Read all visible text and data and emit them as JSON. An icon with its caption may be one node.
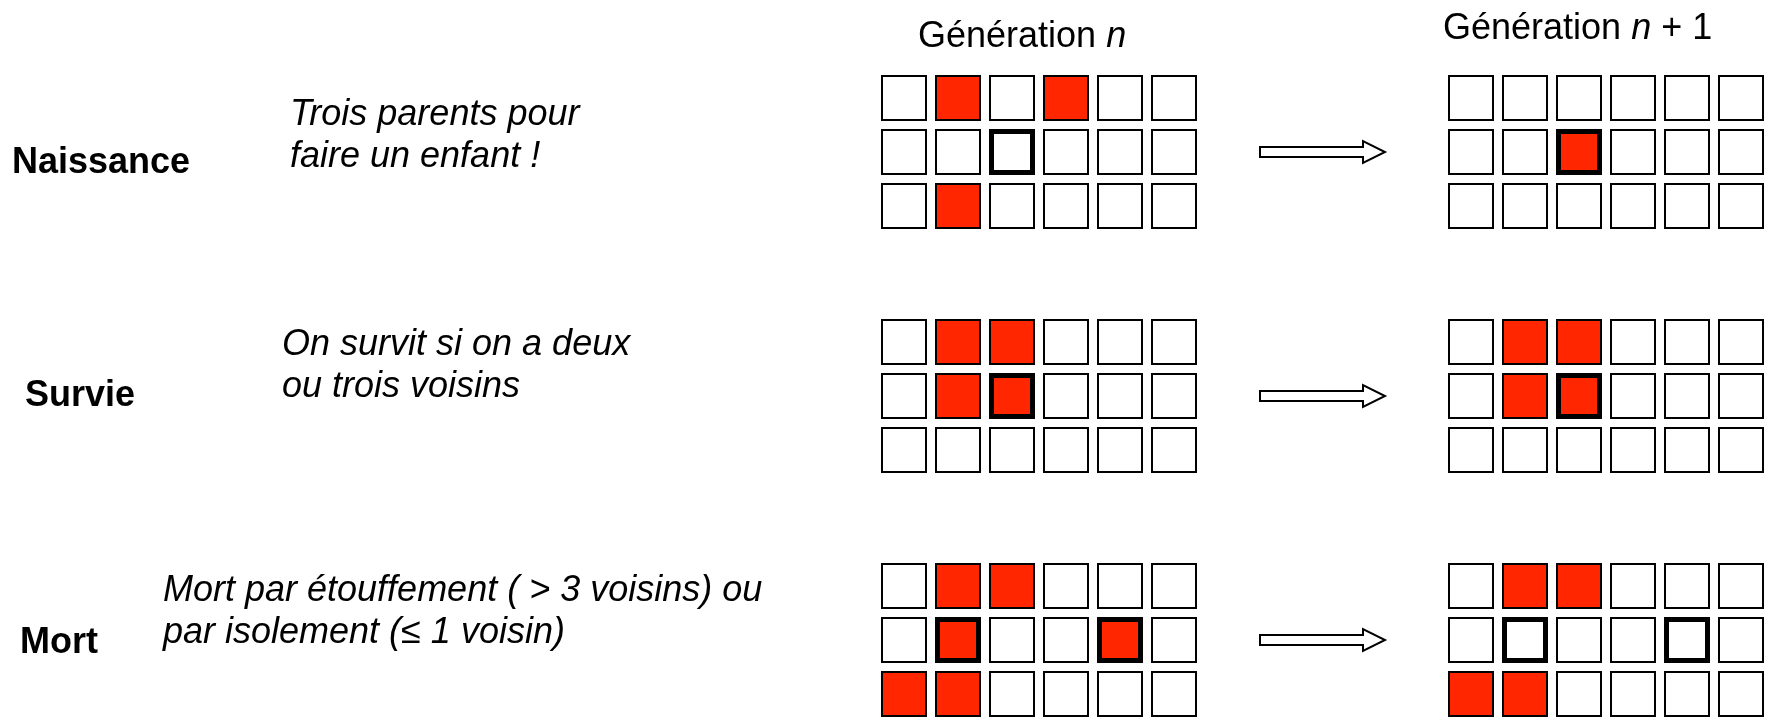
{
  "diagram": {
    "nodes": [
      {
        "text": [],
        "shape": "picture"
      },
      {
        "text": [],
        "shape": "picture"
      },
      {
        "text": [],
        "shape": "picture"
      },
      {
        "text": [],
        "shape": "picture"
      },
      {
        "text": [],
        "shape": "picture"
      },
      {
        "text": [],
        "shape": "picture"
      }
    ],
    "edges": [
      {
        "from": 0,
        "to": 1,
        "arrow": "to"
      },
      {
        "from": 2,
        "to": 3,
        "arrow": "to"
      },
      {
        "from": 4,
        "to": 5,
        "arrow": "to"
      }
    ],
    "labels": [
      "Génération *n*",
      "Génération *n* + 1",
      "Naissance",
      "Trois parents pour faire un enfant !",
      "Survie",
      "On survit si on a deux ou trois voisins",
      "Mort",
      "Mort par étouffement ( > 3 voisins) ou par isolement (≤ 1 voisin)"
    ]
  }
}
